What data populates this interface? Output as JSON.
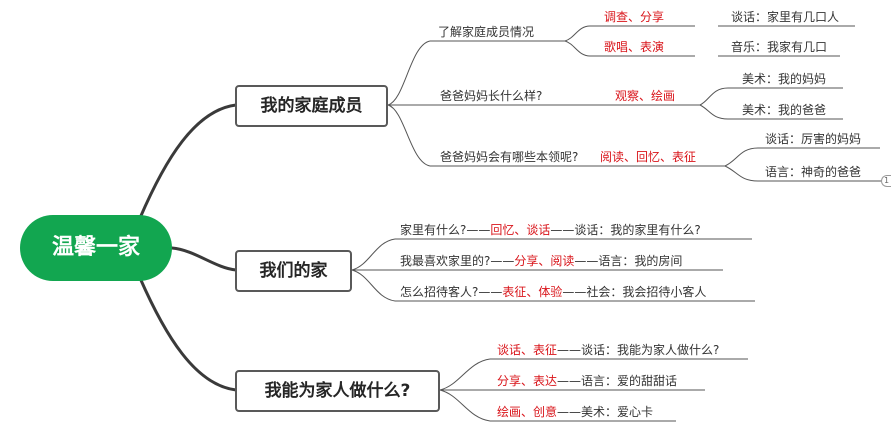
{
  "root": {
    "label": "温馨一家"
  },
  "branches": [
    {
      "label": "我的家庭成员",
      "topics": [
        {
          "label": "了解家庭成员情况",
          "methods": [
            {
              "method": "调查、分享",
              "activity": "谈话：家里有几口人"
            },
            {
              "method": "歌唱、表演",
              "activity": "音乐：我家有几口"
            }
          ]
        },
        {
          "label": "爸爸妈妈长什么样?",
          "method": "观察、绘画",
          "activities": [
            "美术：我的妈妈",
            "美术：我的爸爸"
          ]
        },
        {
          "label": "爸爸妈妈会有哪些本领呢?",
          "method": "阅读、回忆、表征",
          "activities": [
            "谈话：厉害的妈妈",
            "语言：神奇的爸爸"
          ]
        }
      ]
    },
    {
      "label": "我们的家",
      "items": [
        {
          "question": "家里有什么?",
          "sep1": "——",
          "method": "回忆、谈话",
          "sep2": "——",
          "activity": "谈话：我的家里有什么?"
        },
        {
          "question": "我最喜欢家里的?",
          "sep1": "——",
          "method": "分享、阅读",
          "sep2": "——",
          "activity": "语言：我的房间"
        },
        {
          "question": "怎么招待客人?",
          "sep1": "——",
          "method": "表征、体验",
          "sep2": "——",
          "activity": "社会：我会招待小客人"
        }
      ]
    },
    {
      "label": "我能为家人做什么?",
      "items": [
        {
          "method": "谈话、表征",
          "sep": "——",
          "activity": "谈话：我能为家人做什么?"
        },
        {
          "method": "分享、表达",
          "sep": "——",
          "activity": "语言：爱的甜甜话"
        },
        {
          "method": "绘画、创意",
          "sep": "——",
          "activity": "美术：爱心卡"
        }
      ]
    }
  ],
  "collapse_marker": "1",
  "colors": {
    "root": "#12a650",
    "method_text": "#d9141a",
    "connector": "#3a3a3a"
  }
}
